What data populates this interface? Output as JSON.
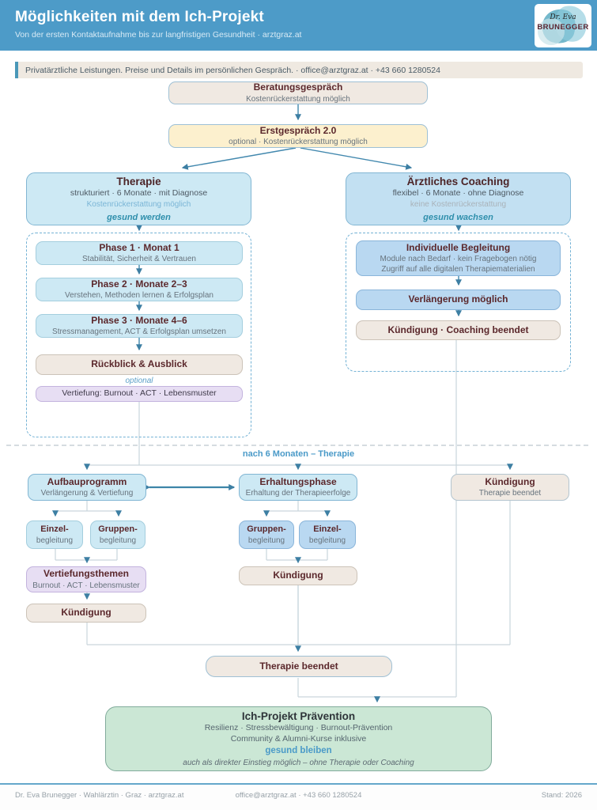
{
  "header": {
    "title": "Möglichkeiten mit dem Ich-Projekt",
    "subtitle": "Von der ersten Kontaktaufnahme bis zur langfristigen Gesundheit · arztgraz.at",
    "logo": {
      "line1": "Dr. Eva",
      "line2": "BRUNEGGER"
    }
  },
  "info_bar": {
    "text": "Privatärztliche Leistungen. Preise und Details im persönlichen Gespräch. · office@arztgraz.at · +43 660 1280524"
  },
  "flow": {
    "beratung": {
      "title": "Beratungsgespräch",
      "subtitle": "Kostenrückerstattung möglich"
    },
    "erstgespraech": {
      "title": "Erstgespräch 2.0",
      "subtitle": "optional · Kostenrückerstattung möglich"
    },
    "therapie": {
      "title": "Therapie",
      "line1": "strukturiert · 6 Monate · mit Diagnose",
      "line2": "Kostenrückerstattung möglich",
      "motto": "gesund werden"
    },
    "coaching": {
      "title": "Ärztliches Coaching",
      "line1": "flexibel · 6 Monate · ohne Diagnose",
      "line2": "keine Kostenrückerstattung",
      "motto": "gesund wachsen"
    },
    "phase1": {
      "title": "Phase 1 · Monat 1",
      "subtitle": "Stabilität, Sicherheit & Vertrauen"
    },
    "phase2": {
      "title": "Phase 2 · Monate 2–3",
      "subtitle": "Verstehen, Methoden lernen & Erfolgsplan"
    },
    "phase3": {
      "title": "Phase 3 · Monate 4–6",
      "subtitle": "Stressmanagement, ACT & Erfolgsplan umsetzen"
    },
    "rueckblick": {
      "title": "Rückblick & Ausblick"
    },
    "optional_label": "optional",
    "vertiefung": {
      "title": "Vertiefung: Burnout · ACT · Lebensmuster"
    },
    "individuell": {
      "title": "Individuelle Begleitung",
      "line1": "Module nach Bedarf · kein Fragebogen nötig",
      "line2": "Zugriff auf alle digitalen Therapiematerialien"
    },
    "verlaengerung": {
      "title": "Verlängerung möglich"
    },
    "kuendigung_coaching": {
      "title": "Kündigung · Coaching beendet"
    },
    "divider_label": "nach 6 Monaten – Therapie",
    "aufbau": {
      "title": "Aufbauprogramm",
      "subtitle": "Verlängerung & Vertiefung"
    },
    "erhaltung": {
      "title": "Erhaltungsphase",
      "subtitle": "Erhaltung der Therapieerfolge"
    },
    "kuendigung_right": {
      "title": "Kündigung",
      "subtitle": "Therapie beendet"
    },
    "einzel_left": {
      "title": "Einzel-",
      "subtitle": "begleitung"
    },
    "gruppen_left": {
      "title": "Gruppen-",
      "subtitle": "begleitung"
    },
    "gruppen_mid": {
      "title": "Gruppen-",
      "subtitle": "begleitung"
    },
    "einzel_mid": {
      "title": "Einzel-",
      "subtitle": "begleitung"
    },
    "vertiefungsthemen": {
      "title": "Vertiefungsthemen",
      "subtitle": "Burnout · ACT · Lebensmuster"
    },
    "kuendigung_left": {
      "title": "Kündigung"
    },
    "kuendigung_mid": {
      "title": "Kündigung"
    },
    "therapie_beendet": {
      "title": "Therapie beendet"
    },
    "praevention": {
      "title": "Ich-Projekt Prävention",
      "line1": "Resilienz · Stressbewältigung · Burnout-Prävention",
      "line2": "Community & Alumni-Kurse inklusive",
      "motto": "gesund bleiben",
      "note": "auch als direkter Einstieg möglich – ohne Therapie oder Coaching"
    }
  },
  "footer": {
    "left": "Dr. Eva Brunegger · Wahlärztin · Graz · arztgraz.at",
    "center": "office@arztgraz.at · +43 660 1280524",
    "right": "Stand: 2026"
  },
  "colors": {
    "header_bg": "#4D9BC8",
    "accent_blue": "#4A9AC8",
    "teal_motto": "#2F8FAC",
    "maroon_title": "#5B282C",
    "box_cyan": "#CDE9F4",
    "box_blue": "#B9D8F1",
    "box_beige": "#F0E9E2",
    "box_yellow": "#FCF0CE",
    "box_purple": "#E7DEF3",
    "box_green": "#CBE7D5",
    "arrow": "#3D7FA3"
  }
}
